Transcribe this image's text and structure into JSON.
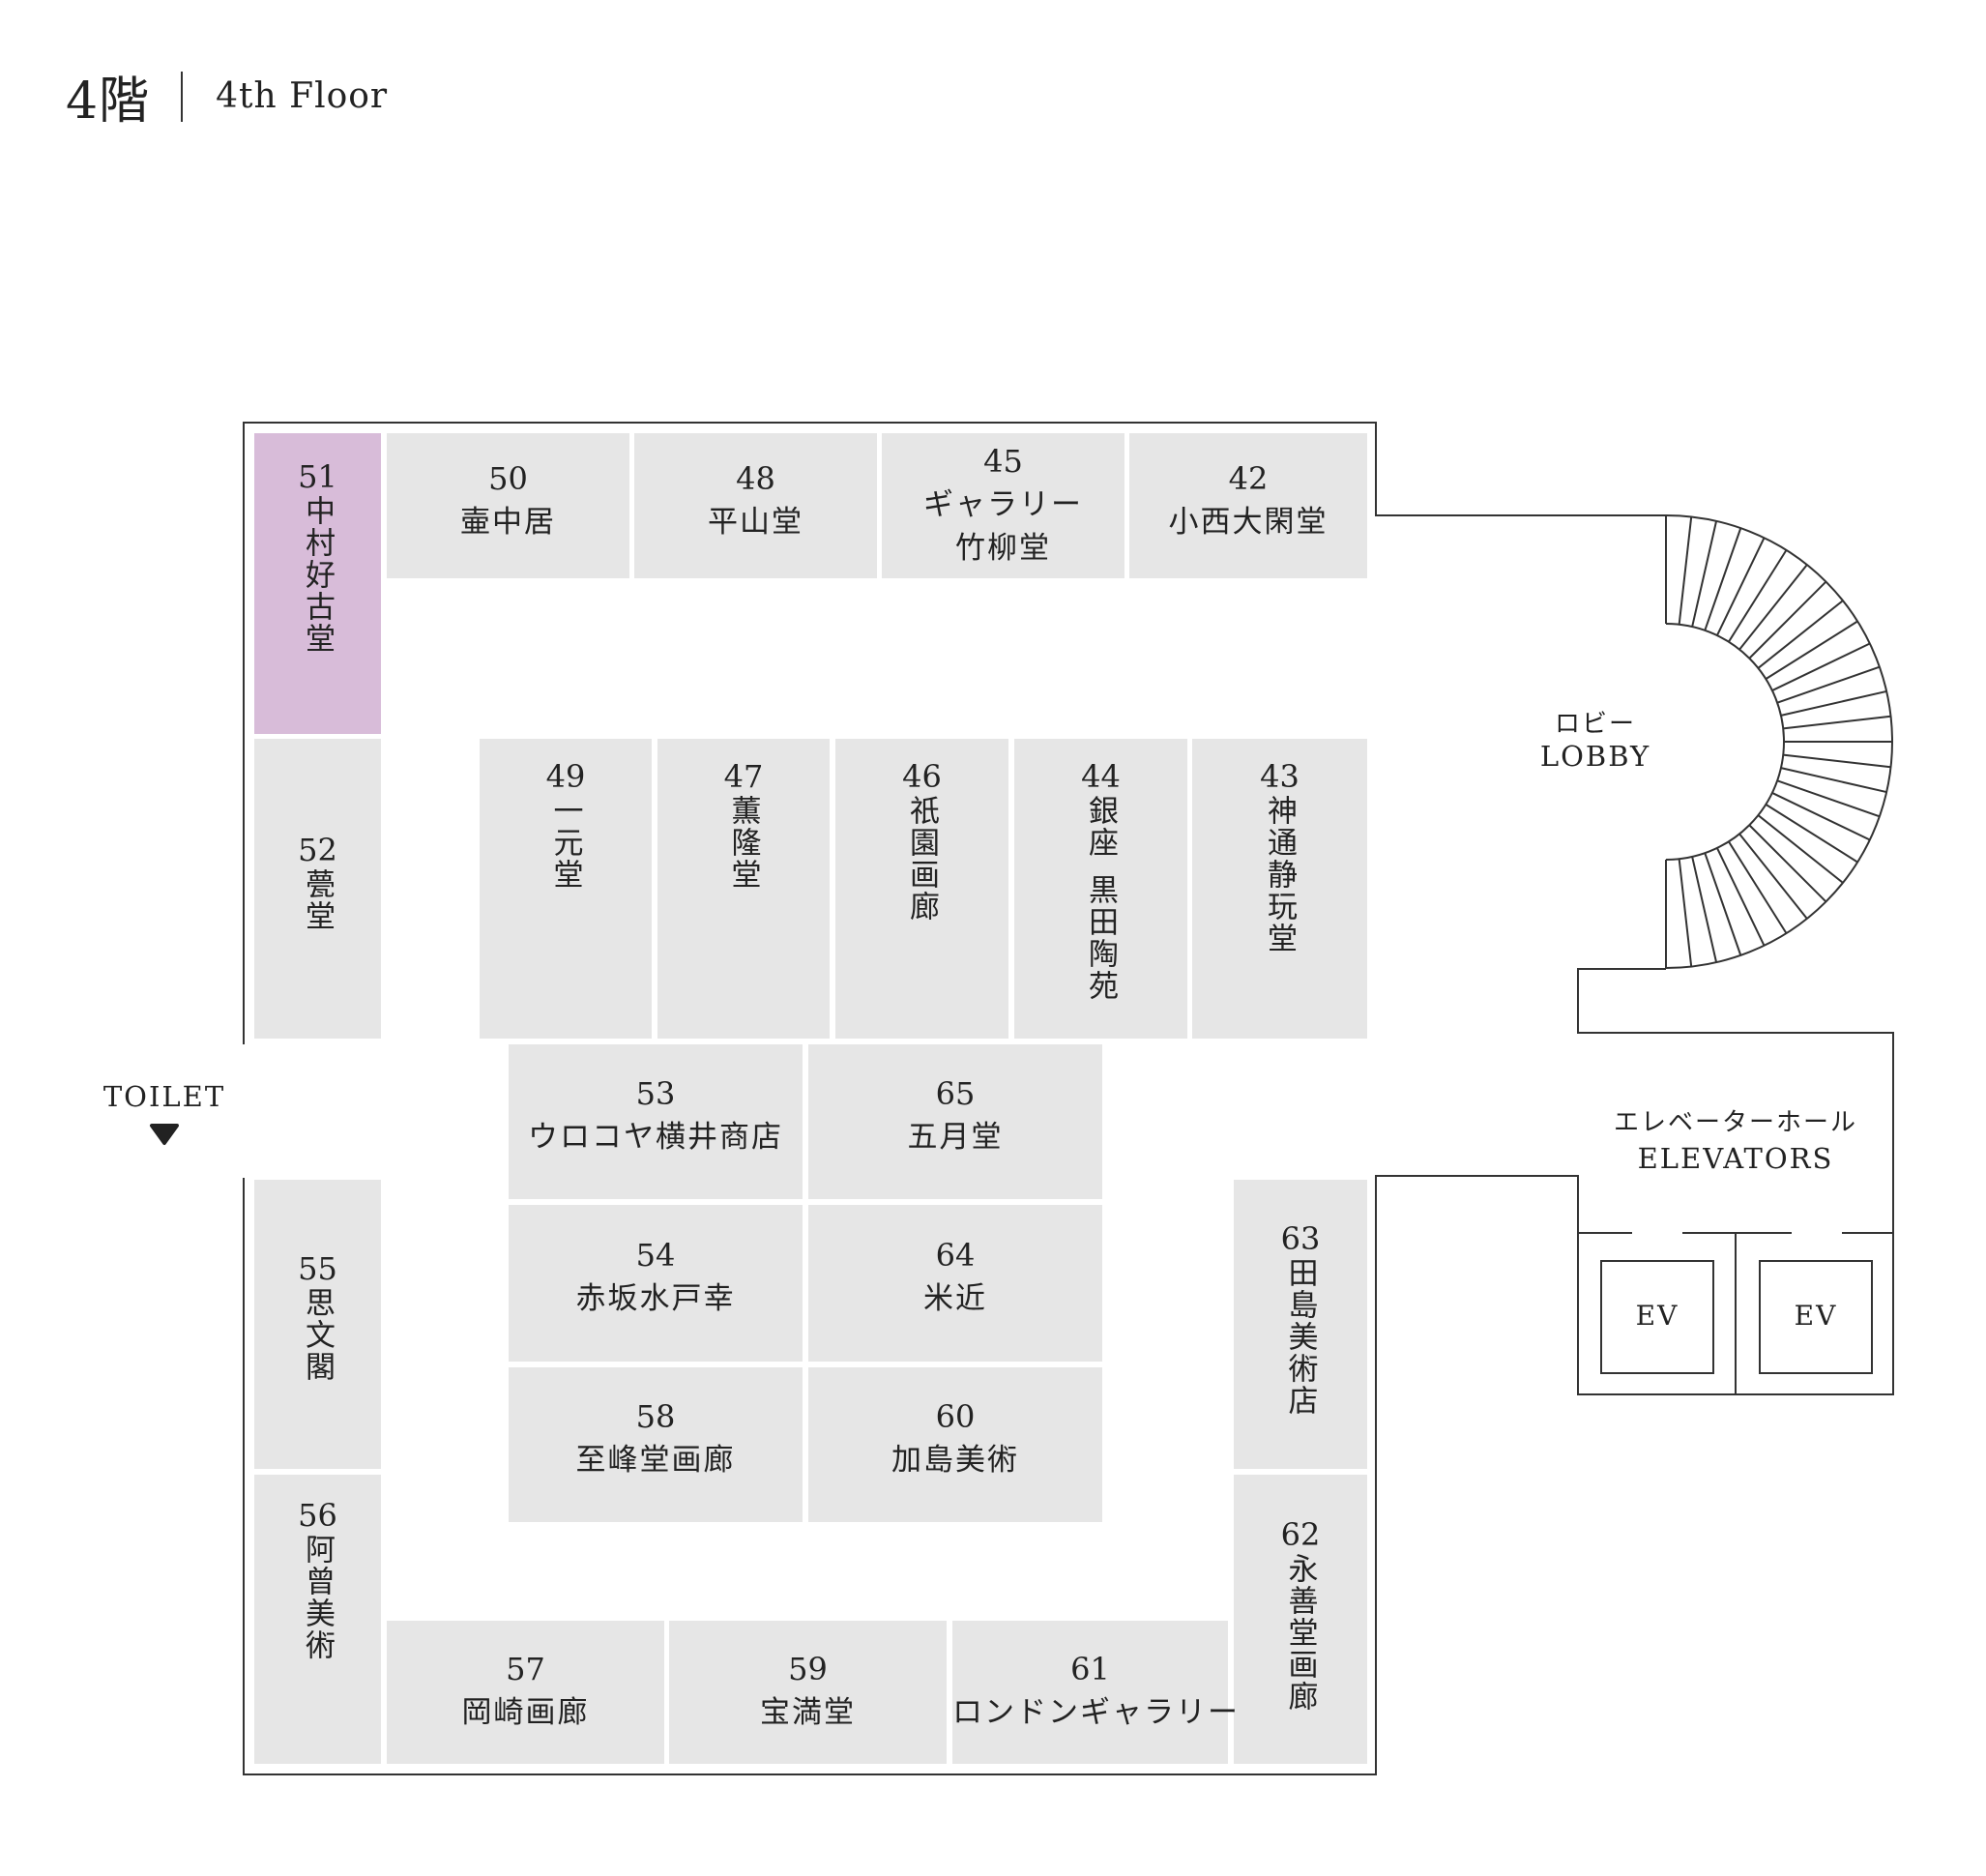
{
  "header": {
    "floor_jp": "4階",
    "floor_en": "4th Floor"
  },
  "colors": {
    "booth": "#e6e6e6",
    "highlight": "#d8bcd9",
    "outline": "#333333"
  },
  "booths": {
    "b51": {
      "num": "51",
      "name": "中村好古堂",
      "highlighted": true
    },
    "b50": {
      "num": "50",
      "name": "壷中居"
    },
    "b48": {
      "num": "48",
      "name": "平山堂"
    },
    "b45": {
      "num": "45",
      "name1": "ギャラリー",
      "name2": "竹柳堂"
    },
    "b42": {
      "num": "42",
      "name": "小西大閑堂"
    },
    "b52": {
      "num": "52",
      "name": "甍堂"
    },
    "b49": {
      "num": "49",
      "name": "一元堂"
    },
    "b47": {
      "num": "47",
      "name": "薫隆堂"
    },
    "b46": {
      "num": "46",
      "name": "祇園画廊"
    },
    "b44": {
      "num": "44",
      "name1": "銀座",
      "name2": "黒田陶苑"
    },
    "b43": {
      "num": "43",
      "name": "神通静玩堂"
    },
    "b53": {
      "num": "53",
      "name": "ウロコヤ横井商店"
    },
    "b65": {
      "num": "65",
      "name": "五月堂"
    },
    "b54": {
      "num": "54",
      "name": "赤坂水戸幸"
    },
    "b64": {
      "num": "64",
      "name": "米近"
    },
    "b58": {
      "num": "58",
      "name": "至峰堂画廊"
    },
    "b60": {
      "num": "60",
      "name": "加島美術"
    },
    "b55": {
      "num": "55",
      "name": "思文閣"
    },
    "b56": {
      "num": "56",
      "name": "阿曾美術"
    },
    "b63": {
      "num": "63",
      "name": "田島美術店"
    },
    "b62": {
      "num": "62",
      "name": "永善堂画廊"
    },
    "b57": {
      "num": "57",
      "name": "岡崎画廊"
    },
    "b59": {
      "num": "59",
      "name": "宝満堂"
    },
    "b61": {
      "num": "61",
      "name": "ロンドンギャラリー"
    }
  },
  "facilities": {
    "toilet": "TOILET",
    "lobby_jp": "ロビー",
    "lobby_en": "LOBBY",
    "elevators_jp": "エレベーターホール",
    "elevators_en": "ELEVATORS",
    "ev1": "EV",
    "ev2": "EV"
  }
}
